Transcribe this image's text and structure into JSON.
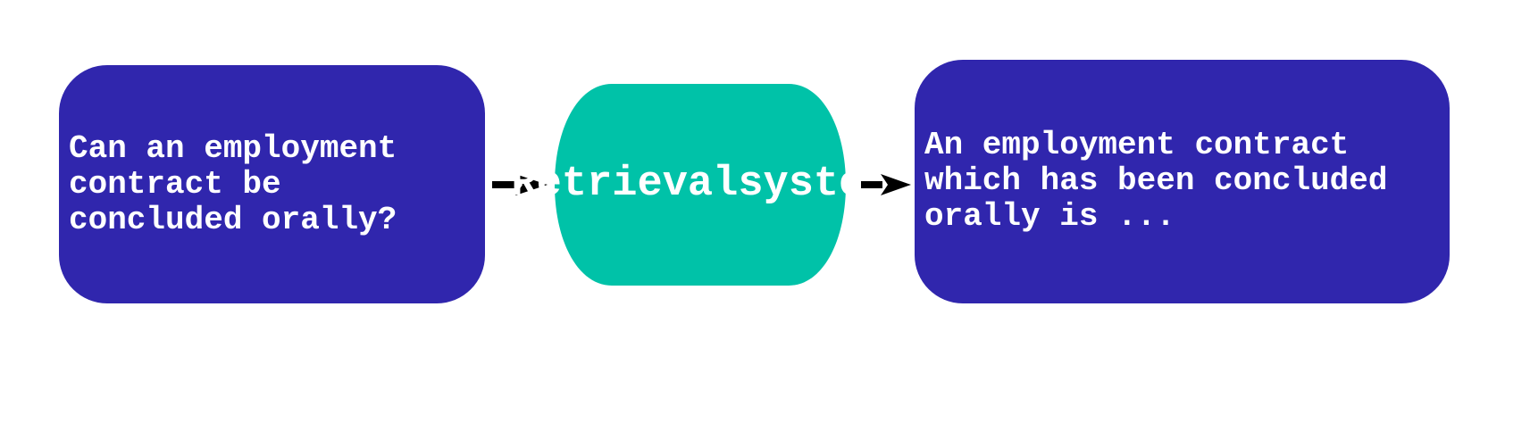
{
  "diagram": {
    "query": {
      "lines": [
        "Can an employment",
        "contract be",
        "concluded orally?"
      ],
      "color": "#3026ad"
    },
    "retrieval_system": {
      "lines": [
        "Retrieval",
        "system"
      ],
      "color": "#00c2a8"
    },
    "answer": {
      "lines": [
        "An employment contract",
        "which has been concluded",
        "orally is ..."
      ],
      "color": "#3026ad"
    },
    "arrow_color": "#000000"
  }
}
